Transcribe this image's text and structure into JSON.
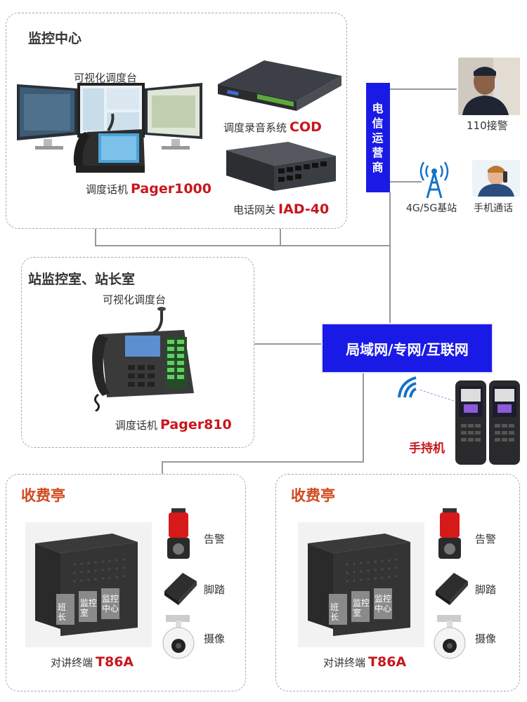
{
  "monitor_center": {
    "title": "监控中心",
    "visual_console_label": "可视化调度台",
    "pager1000": {
      "label": "调度话机",
      "model": "Pager1000"
    },
    "cod": {
      "label": "调度录音系统",
      "model": "COD"
    },
    "iad": {
      "label": "电话网关",
      "model": "IAD-40"
    }
  },
  "carrier": {
    "text": "电信运营商",
    "chars": [
      "电",
      "信",
      "运",
      "营",
      "商"
    ]
  },
  "external": {
    "police_label": "110接警",
    "base_station_label": "4G/5G基站",
    "mobile_label": "手机通话"
  },
  "station_room": {
    "title": "站监控室、站长室",
    "visual_console_label": "可视化调度台",
    "pager810": {
      "label": "调度话机",
      "model": "Pager810"
    }
  },
  "network": {
    "label": "局域网/专网/互联网"
  },
  "handheld": {
    "label": "手持机"
  },
  "booths": [
    {
      "title": "收费亭",
      "terminal": {
        "label": "对讲终端",
        "model": "T86A"
      },
      "buttons": [
        "班长",
        "监控室",
        "监控中心"
      ],
      "alarm_label": "告警",
      "pedal_label": "脚踏",
      "camera_label": "摄像"
    },
    {
      "title": "收费亭",
      "terminal": {
        "label": "对讲终端",
        "model": "T86A"
      },
      "buttons": [
        "班长",
        "监控室",
        "监控中心"
      ],
      "alarm_label": "告警",
      "pedal_label": "脚踏",
      "camera_label": "摄像"
    }
  ],
  "colors": {
    "carrier_blue": "#1a1ae6",
    "model_red": "#c8161d",
    "booth_title": "#d24a1e"
  }
}
